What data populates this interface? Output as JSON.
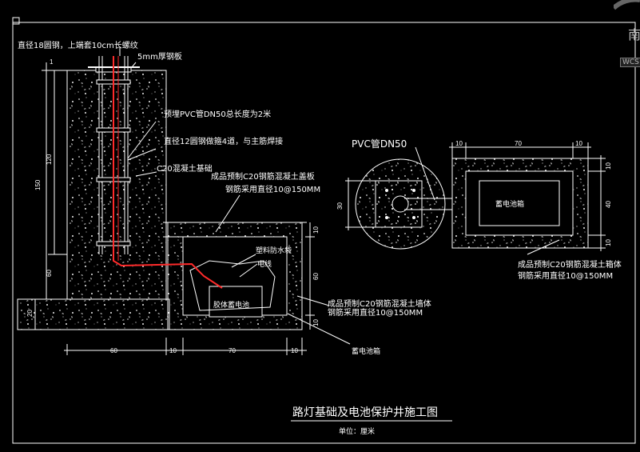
{
  "title": "路灯基础及电池保护井施工图",
  "unit": "单位：厘米",
  "viewcube": {
    "direction": "南",
    "coord": "WCS"
  },
  "labels": {
    "rebar18": "直径18圆钢，上端套10cm长螺纹",
    "plate": "5mm厚钢板",
    "pvc_pipe": "预埋PVC管DN50总长度为2米",
    "stirrup": "直径12圆钢做箍4道，与主筋焊接",
    "c20_base": "C20混凝土基础",
    "cover_line1": "成品预制C20钢筋混凝土盖板",
    "cover_line2": "钢筋采用直径10@150MM",
    "waterproof_bag": "塑料防水袋",
    "cable": "电线",
    "battery": "胶体蓄电池",
    "well_line1": "成品预制C20钢筋混凝土墙体",
    "well_line2": "钢筋采用直径10@150MM",
    "battery_box_left": "蓄电池箱",
    "pvc_dn50": "PVC管DN50",
    "battery_box_right": "蓄电池箱",
    "plan_line1": "成品预制C20钢筋混凝土箱体",
    "plan_line2": "钢筋采用直径10@150MM"
  },
  "dimensions": {
    "d150": "150",
    "d120": "120",
    "d60": "60",
    "d20": "20",
    "d1a": "1",
    "w60": "60",
    "w10a": "10",
    "w70": "70",
    "w10b": "10",
    "h10a": "10",
    "h60": "60",
    "h10b": "10",
    "p10a": "10",
    "p70": "70",
    "p10b": "10",
    "pv10a": "10",
    "pv40": "40",
    "pv10b": "10",
    "p30": "30"
  },
  "colors": {
    "line": "#ffffff",
    "red": "#ff2a2a",
    "bg": "#000000"
  }
}
